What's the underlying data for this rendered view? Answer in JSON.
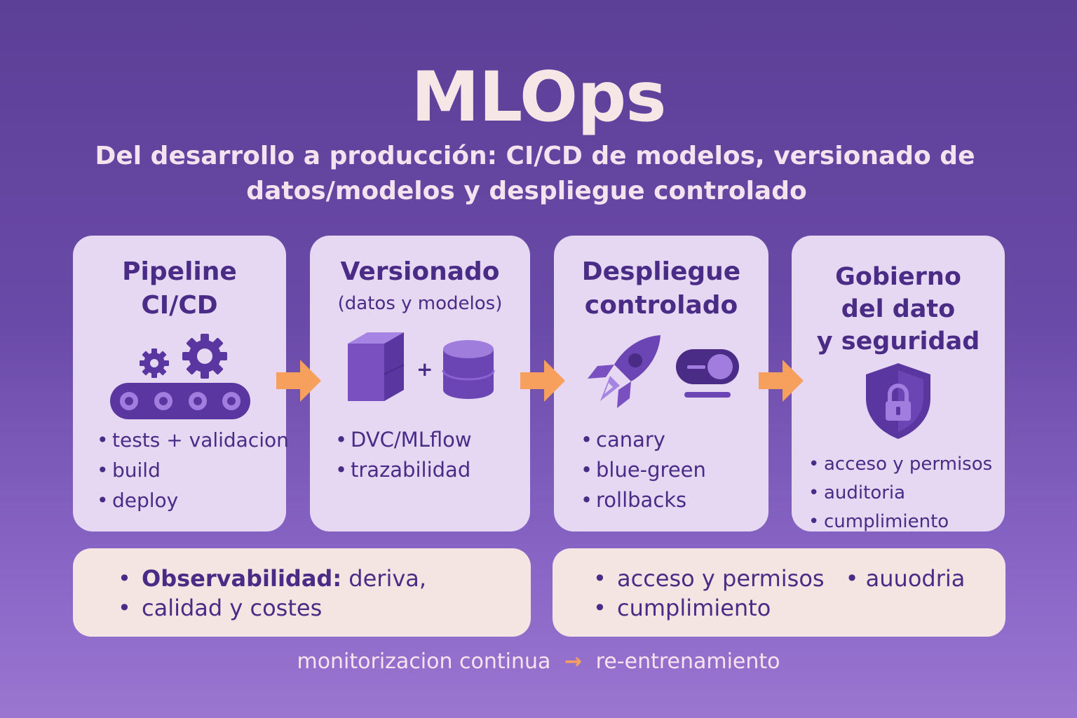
{
  "title": "MLOps",
  "subtitle": {
    "line1": "Del desarrollo a producción: CI/CD de modelos, versionado de",
    "line2": "datos/modelos y despliegue controlado"
  },
  "colors": {
    "background": "#6a4aa8",
    "card": "#e6d7f3",
    "panel": "#f4e5e2",
    "text_dark": "#4a2c86",
    "accent_purple": "#8e62d1",
    "arrow": "#f7a05e"
  },
  "cards": [
    {
      "title_lines": [
        "Pipeline",
        "CI/CD"
      ],
      "icons": [
        "gears-icon",
        "conveyor-belt-icon"
      ],
      "bullets": [
        "tests + validacion",
        "build",
        "deploy"
      ]
    },
    {
      "title_lines": [
        "Versionado"
      ],
      "subtitle": "(datos y modelos)",
      "icons": [
        "cube-icon",
        "plus-icon",
        "database-icon"
      ],
      "plus": "+",
      "bullets": [
        "DVC/MLflow",
        "trazabilidad"
      ]
    },
    {
      "title_lines": [
        "Despliegue",
        "controlado"
      ],
      "icons": [
        "rocket-icon",
        "toggle-switch-icon"
      ],
      "bullets": [
        "canary",
        "blue-green",
        "rollbacks"
      ]
    },
    {
      "title_lines": [
        "Gobierno",
        "del dato",
        "y seguridad"
      ],
      "icons": [
        "shield-lock-icon"
      ],
      "bullets": [
        "acceso y permisos",
        "auditoria",
        "cumplimiento"
      ]
    }
  ],
  "arrows": [
    "arrow-right-icon",
    "arrow-right-icon",
    "arrow-right-icon"
  ],
  "panels": {
    "left": {
      "bold_label": "Observabilidad:",
      "line1_rest": " deriva,",
      "line2": "calidad y costes"
    },
    "right": {
      "item1": "acceso y permisos",
      "item2": "auuodria",
      "item3": "cumplimiento"
    }
  },
  "footer": {
    "left": "monitorizacion continua",
    "arrow": "→",
    "right": "re-entrenamiento"
  }
}
